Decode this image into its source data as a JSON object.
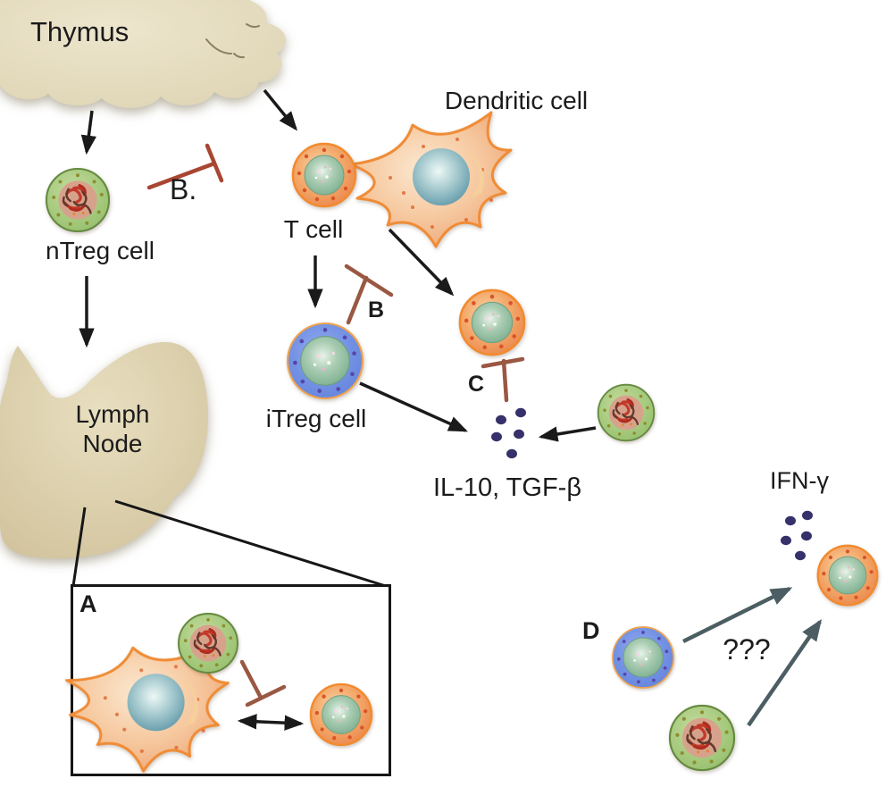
{
  "labels": {
    "thymus": "Thymus",
    "ntreg_cell": "nTreg cell",
    "dendritic_cell": "Dendritic cell",
    "t_cell": "T cell",
    "itreg_cell": "iTreg cell",
    "cytokines_il10_tgfb": "IL-10, TGF-β",
    "cytokine_ifn_gamma": "IFN-γ",
    "lymph_node_l1": "Lymph",
    "lymph_node_l2": "Node",
    "unknown_mechanism": "???",
    "panel_a": "A",
    "block_b_main": "B.",
    "block_b": "B",
    "block_c": "C",
    "panel_d": "D"
  },
  "colors": {
    "black_arrow": "#1a1a1a",
    "slate_arrow": "#4c5e63",
    "inhibition_red": "#a84632",
    "inhibition_brown": "#9a5843",
    "cytokine_dot": "#36306b",
    "thymus_fill": "#e9e2c7",
    "lymph_node_fill": "#d8cba6",
    "ntreg_green": "#a3c87a",
    "tcell_orange": "#f09a5c",
    "itreg_blue": "#6d8fe0",
    "dendritic_peach": "#f5c79b",
    "dendritic_nucleus_teal": "#4c8a9e",
    "nucleus_green": "#6fa685"
  }
}
